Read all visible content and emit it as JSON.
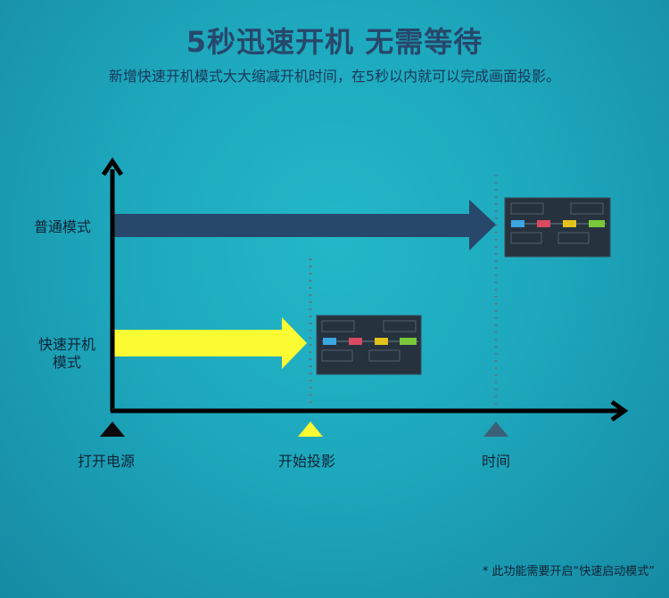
{
  "header": {
    "title": "5秒迅速开机 无需等待",
    "subtitle": "新增快速开机模式大大缩减开机时间，在5秒以内就可以完成画面投影。"
  },
  "rows": {
    "normal_label": "普通模式",
    "fast_label_line1": "快速开机",
    "fast_label_line2": "模式"
  },
  "x_axis": {
    "labels": [
      "打开电源",
      "开始投影",
      "时间"
    ]
  },
  "colors": {
    "normal_arrow": "#27476b",
    "fast_arrow": "#fbfb33",
    "marker_power": "#0b0b0b",
    "marker_projection": "#fbfb33",
    "marker_time": "#3e5f78"
  },
  "footnote": "* 此功能需要开启“快速启动模式”"
}
